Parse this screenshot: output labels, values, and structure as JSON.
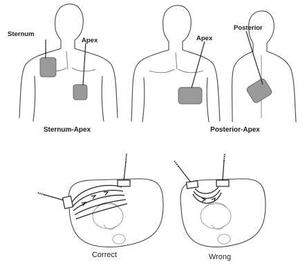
{
  "panels": {
    "sternum_apex": {
      "caption": "Sternum-Apex",
      "pad_labels": {
        "sternum": "Sternum",
        "apex": "Apex"
      }
    },
    "posterior_apex": {
      "caption": "Posterior-Apex",
      "pad_labels": {
        "apex": "Apex",
        "posterior": "Posterior"
      }
    },
    "correct": {
      "caption": "Correct"
    },
    "wrong": {
      "caption": "Wrong"
    }
  },
  "colors": {
    "pad": "#9a9a9a",
    "outline": "#444444",
    "background": "#ffffff"
  }
}
